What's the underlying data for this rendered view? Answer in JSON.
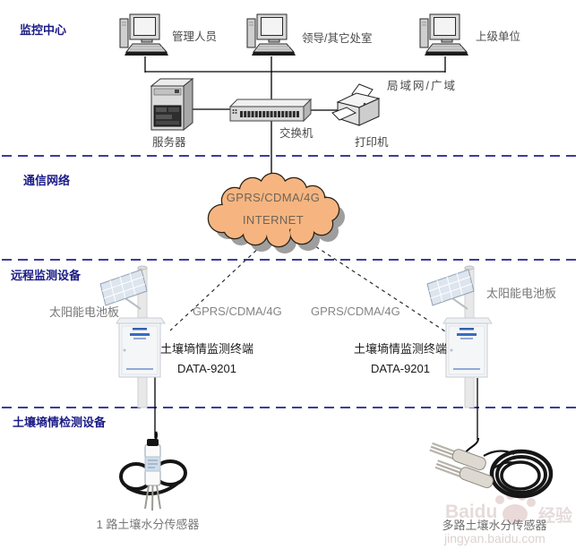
{
  "sections": {
    "monitoring_center": "监控中心",
    "comm_network": "通信网络",
    "remote_devices": "远程监测设备",
    "soil_devices": "土壤墒情检测设备"
  },
  "monitoring": {
    "computers": [
      {
        "label": "管理人员"
      },
      {
        "label": "领导/其它处室"
      },
      {
        "label": "上级单位"
      }
    ],
    "server_label": "服务器",
    "switch_label": "交换机",
    "printer_label": "打印机",
    "lan_label": "局域网/广域"
  },
  "cloud": {
    "line1": "GPRS/CDMA/4G",
    "line2": "INTERNET"
  },
  "stations": [
    {
      "solar_label": "太阳能电池板",
      "link_label": "GPRS/CDMA/4G",
      "terminal_label": "土壤墒情监测终端",
      "terminal_model": "DATA-9201"
    },
    {
      "solar_label": "太阳能电池板",
      "link_label": "GPRS/CDMA/4G",
      "terminal_label": "土壤墒情监测终端",
      "terminal_model": "DATA-9201"
    }
  ],
  "sensors": [
    {
      "label": "1 路土壤水分传感器"
    },
    {
      "label": "多路土壤水分传感器"
    }
  ],
  "watermark": {
    "brand_left": "Baidu",
    "brand_right": "经验",
    "site": "jingyan.baidu.com"
  },
  "colors": {
    "section_label": "#1b1b86",
    "divider": "#3d3d99",
    "cloud_fill": "#f6b580"
  }
}
